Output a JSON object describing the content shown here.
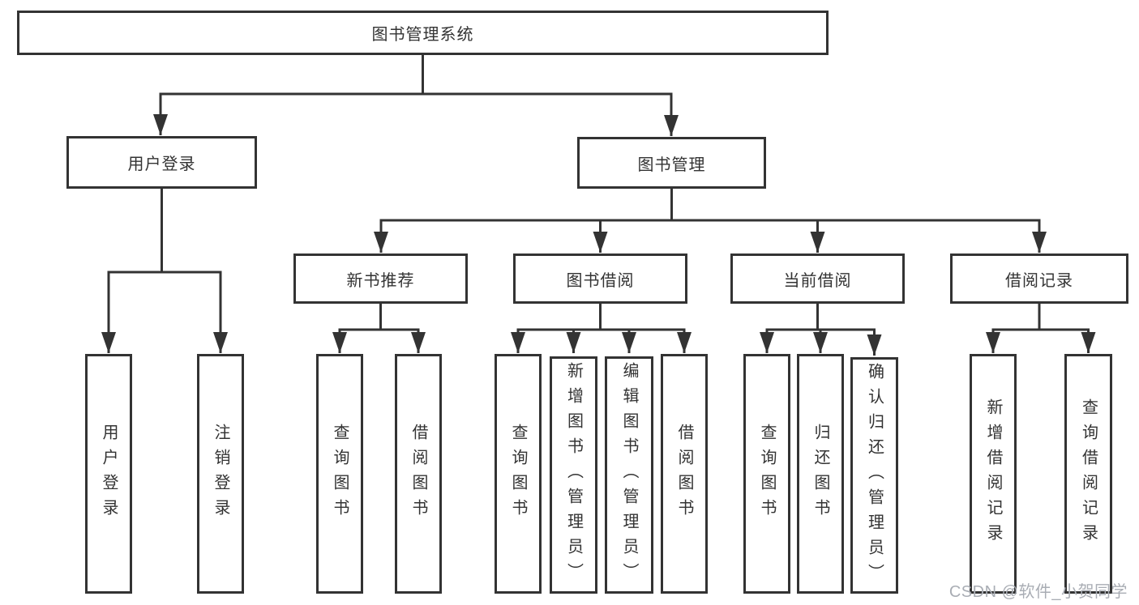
{
  "tree": {
    "label": "图书管理系统",
    "children": [
      {
        "label": "用户登录",
        "children": [
          {
            "label": "用户登录"
          },
          {
            "label": "注销登录"
          }
        ]
      },
      {
        "label": "图书管理",
        "children": [
          {
            "label": "新书推荐",
            "children": [
              {
                "label": "查询图书"
              },
              {
                "label": "借阅图书"
              }
            ]
          },
          {
            "label": "图书借阅",
            "children": [
              {
                "label": "查询图书"
              },
              {
                "label": "新增图书（管理员）"
              },
              {
                "label": "编辑图书（管理员）"
              },
              {
                "label": "借阅图书"
              }
            ]
          },
          {
            "label": "当前借阅",
            "children": [
              {
                "label": "查询图书"
              },
              {
                "label": "归还图书"
              },
              {
                "label": "确认归还（管理员）"
              }
            ]
          },
          {
            "label": "借阅记录",
            "children": [
              {
                "label": "新增借阅记录"
              },
              {
                "label": "查询借阅记录"
              }
            ]
          }
        ]
      }
    ]
  },
  "watermark": {
    "text": "CSDN @软件_小贺同学"
  },
  "colors": {
    "line": "#333333",
    "box_border": "#333333",
    "text": "#333333",
    "watermark": "#a9adb4",
    "background": "#ffffff"
  }
}
